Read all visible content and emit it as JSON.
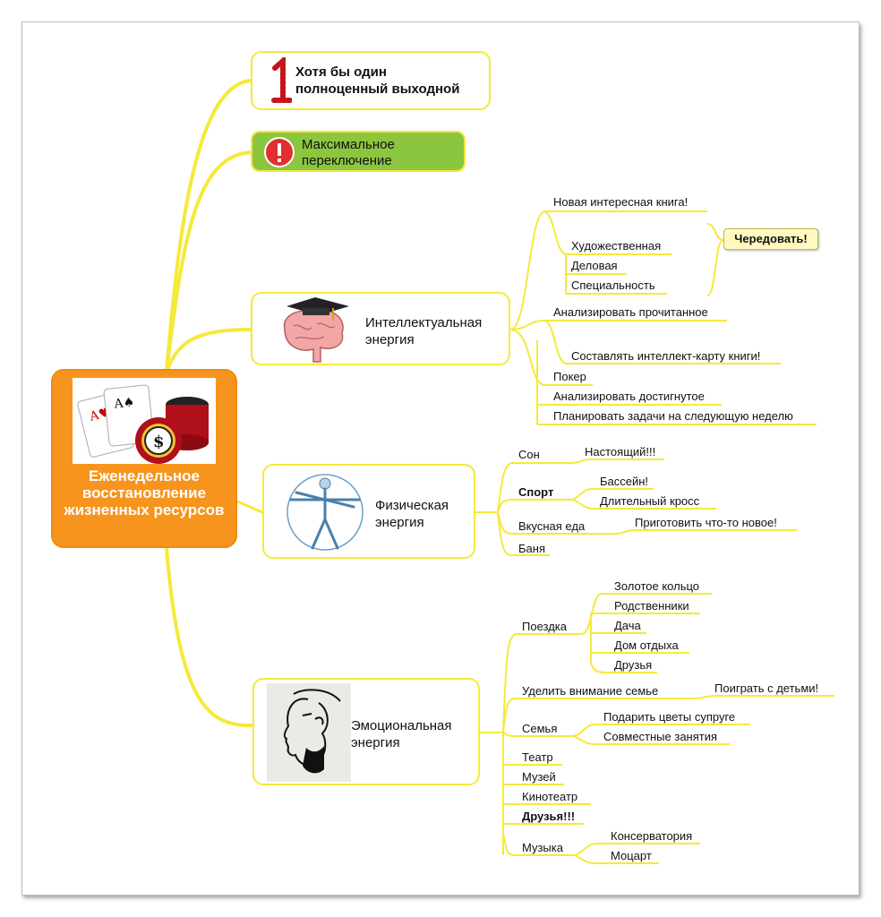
{
  "center": {
    "title": "Еженедельное восстановление жизненных ресурсов"
  },
  "branches": {
    "weekend": {
      "title_line1": "Хотя бы один",
      "title_line2": "полноценный выходной"
    },
    "switch": {
      "title_line1": "Максимальное",
      "title_line2": "переключение"
    },
    "intellect": {
      "title_line1": "Интеллектуальная",
      "title_line2": "энергия",
      "items": {
        "book": "Новая интересная книга!",
        "fiction": "Художественная",
        "business": "Деловая",
        "special": "Специальность",
        "analyze_read": "Анализировать прочитанное",
        "mindmap": "Составлять интеллект-карту книги!",
        "poker": "Покер",
        "analyze_done": "Анализировать достигнутое",
        "plan": "Планировать задачи на следующую неделю"
      },
      "callout": "Чередовать!"
    },
    "physical": {
      "title_line1": "Физическая",
      "title_line2": "энергия",
      "items": {
        "sleep": "Сон",
        "real": "Настоящий!!!",
        "sport": "Спорт",
        "pool": "Бассейн!",
        "cross": "Длительный кросс",
        "food": "Вкусная еда",
        "cook": "Приготовить что-то новое!",
        "bath": "Баня"
      }
    },
    "emotional": {
      "title_line1": "Эмоциональная",
      "title_line2": "энергия",
      "items": {
        "trip": "Поездка",
        "golden": "Золотое кольцо",
        "relatives": "Родственники",
        "dacha": "Дача",
        "resort": "Дом отдыха",
        "friends_trip": "Друзья",
        "family_attention": "Уделить внимание семье",
        "play_kids": "Поиграть с детьми!",
        "family": "Семья",
        "flowers": "Подарить цветы супруге",
        "joint": "Совместные занятия",
        "theatre": "Театр",
        "museum": "Музей",
        "cinema": "Кинотеатр",
        "friends": "Друзья!!!",
        "music": "Музыка",
        "conservatory": "Консерватория",
        "mozart": "Моцарт"
      }
    }
  },
  "colors": {
    "branch_line": "#f5e93a",
    "center_fill": "#f7941d",
    "switch_fill": "#8cc63f",
    "callout_fill": "#fff9c0"
  }
}
